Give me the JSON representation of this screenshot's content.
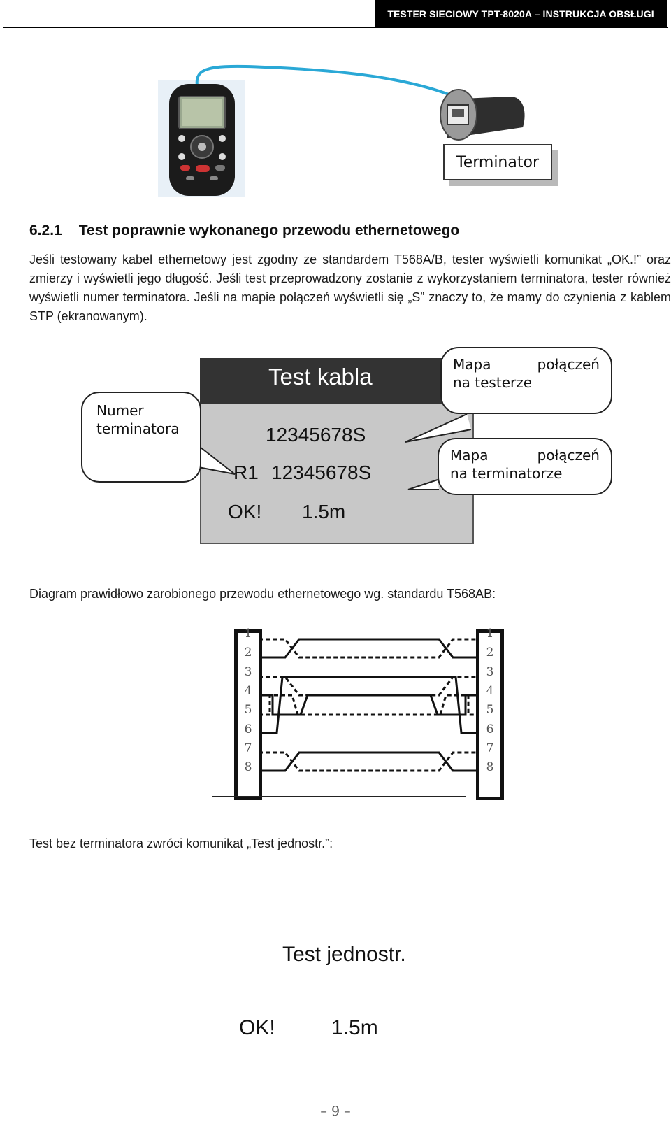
{
  "header": {
    "title": "TESTER SIECIOWY TPT-8020A – INSTRUKCJA OBSŁUGI"
  },
  "photo": {
    "terminator_label": "Terminator"
  },
  "section": {
    "number": "6.2.1",
    "title": "Test poprawnie wykonanego przewodu ethernetowego",
    "paragraph": "Jeśli testowany kabel ethernetowy jest zgodny ze standardem T568A/B, tester wyświetli komunikat „OK.!” oraz zmierzy i wyświetli jego długość. Jeśli test przeprowadzony zostanie z wykorzystaniem terminatora, tester również wyświetli numer terminatora. Jeśli na mapie połączeń wyświetli się „S” znaczy to, że mamy do czynienia z kablem STP (ekranowanym)."
  },
  "screen1": {
    "title": "Test kabla",
    "tester_map": "12345678S",
    "terminator_prefix": "R1",
    "terminator_map": "12345678S",
    "status": "OK!",
    "length": "1.5m"
  },
  "callouts": {
    "terminator_number": [
      "Numer",
      "terminatora"
    ],
    "tester_map": {
      "line1_a": "Mapa",
      "line1_b": "połączeń",
      "line2": "na testerze"
    },
    "terminator_map": {
      "line1_a": "Mapa",
      "line1_b": "połączeń",
      "line2": "na terminatorze"
    }
  },
  "diagram": {
    "caption": "Diagram prawidłowo zarobionego przewodu ethernetowego wg. standardu T568AB:",
    "left_pins": [
      "1",
      "2",
      "3",
      "4",
      "5",
      "6",
      "7",
      "8"
    ],
    "right_pins": [
      "1",
      "2",
      "3",
      "4",
      "5",
      "6",
      "7",
      "8"
    ]
  },
  "no_terminator": {
    "caption": "Test bez terminatora zwróci komunikat „Test jednostr.”:",
    "title": "Test jednostr.",
    "status": "OK!",
    "length": "1.5m"
  },
  "footer": {
    "page_number": "– 9 –"
  }
}
